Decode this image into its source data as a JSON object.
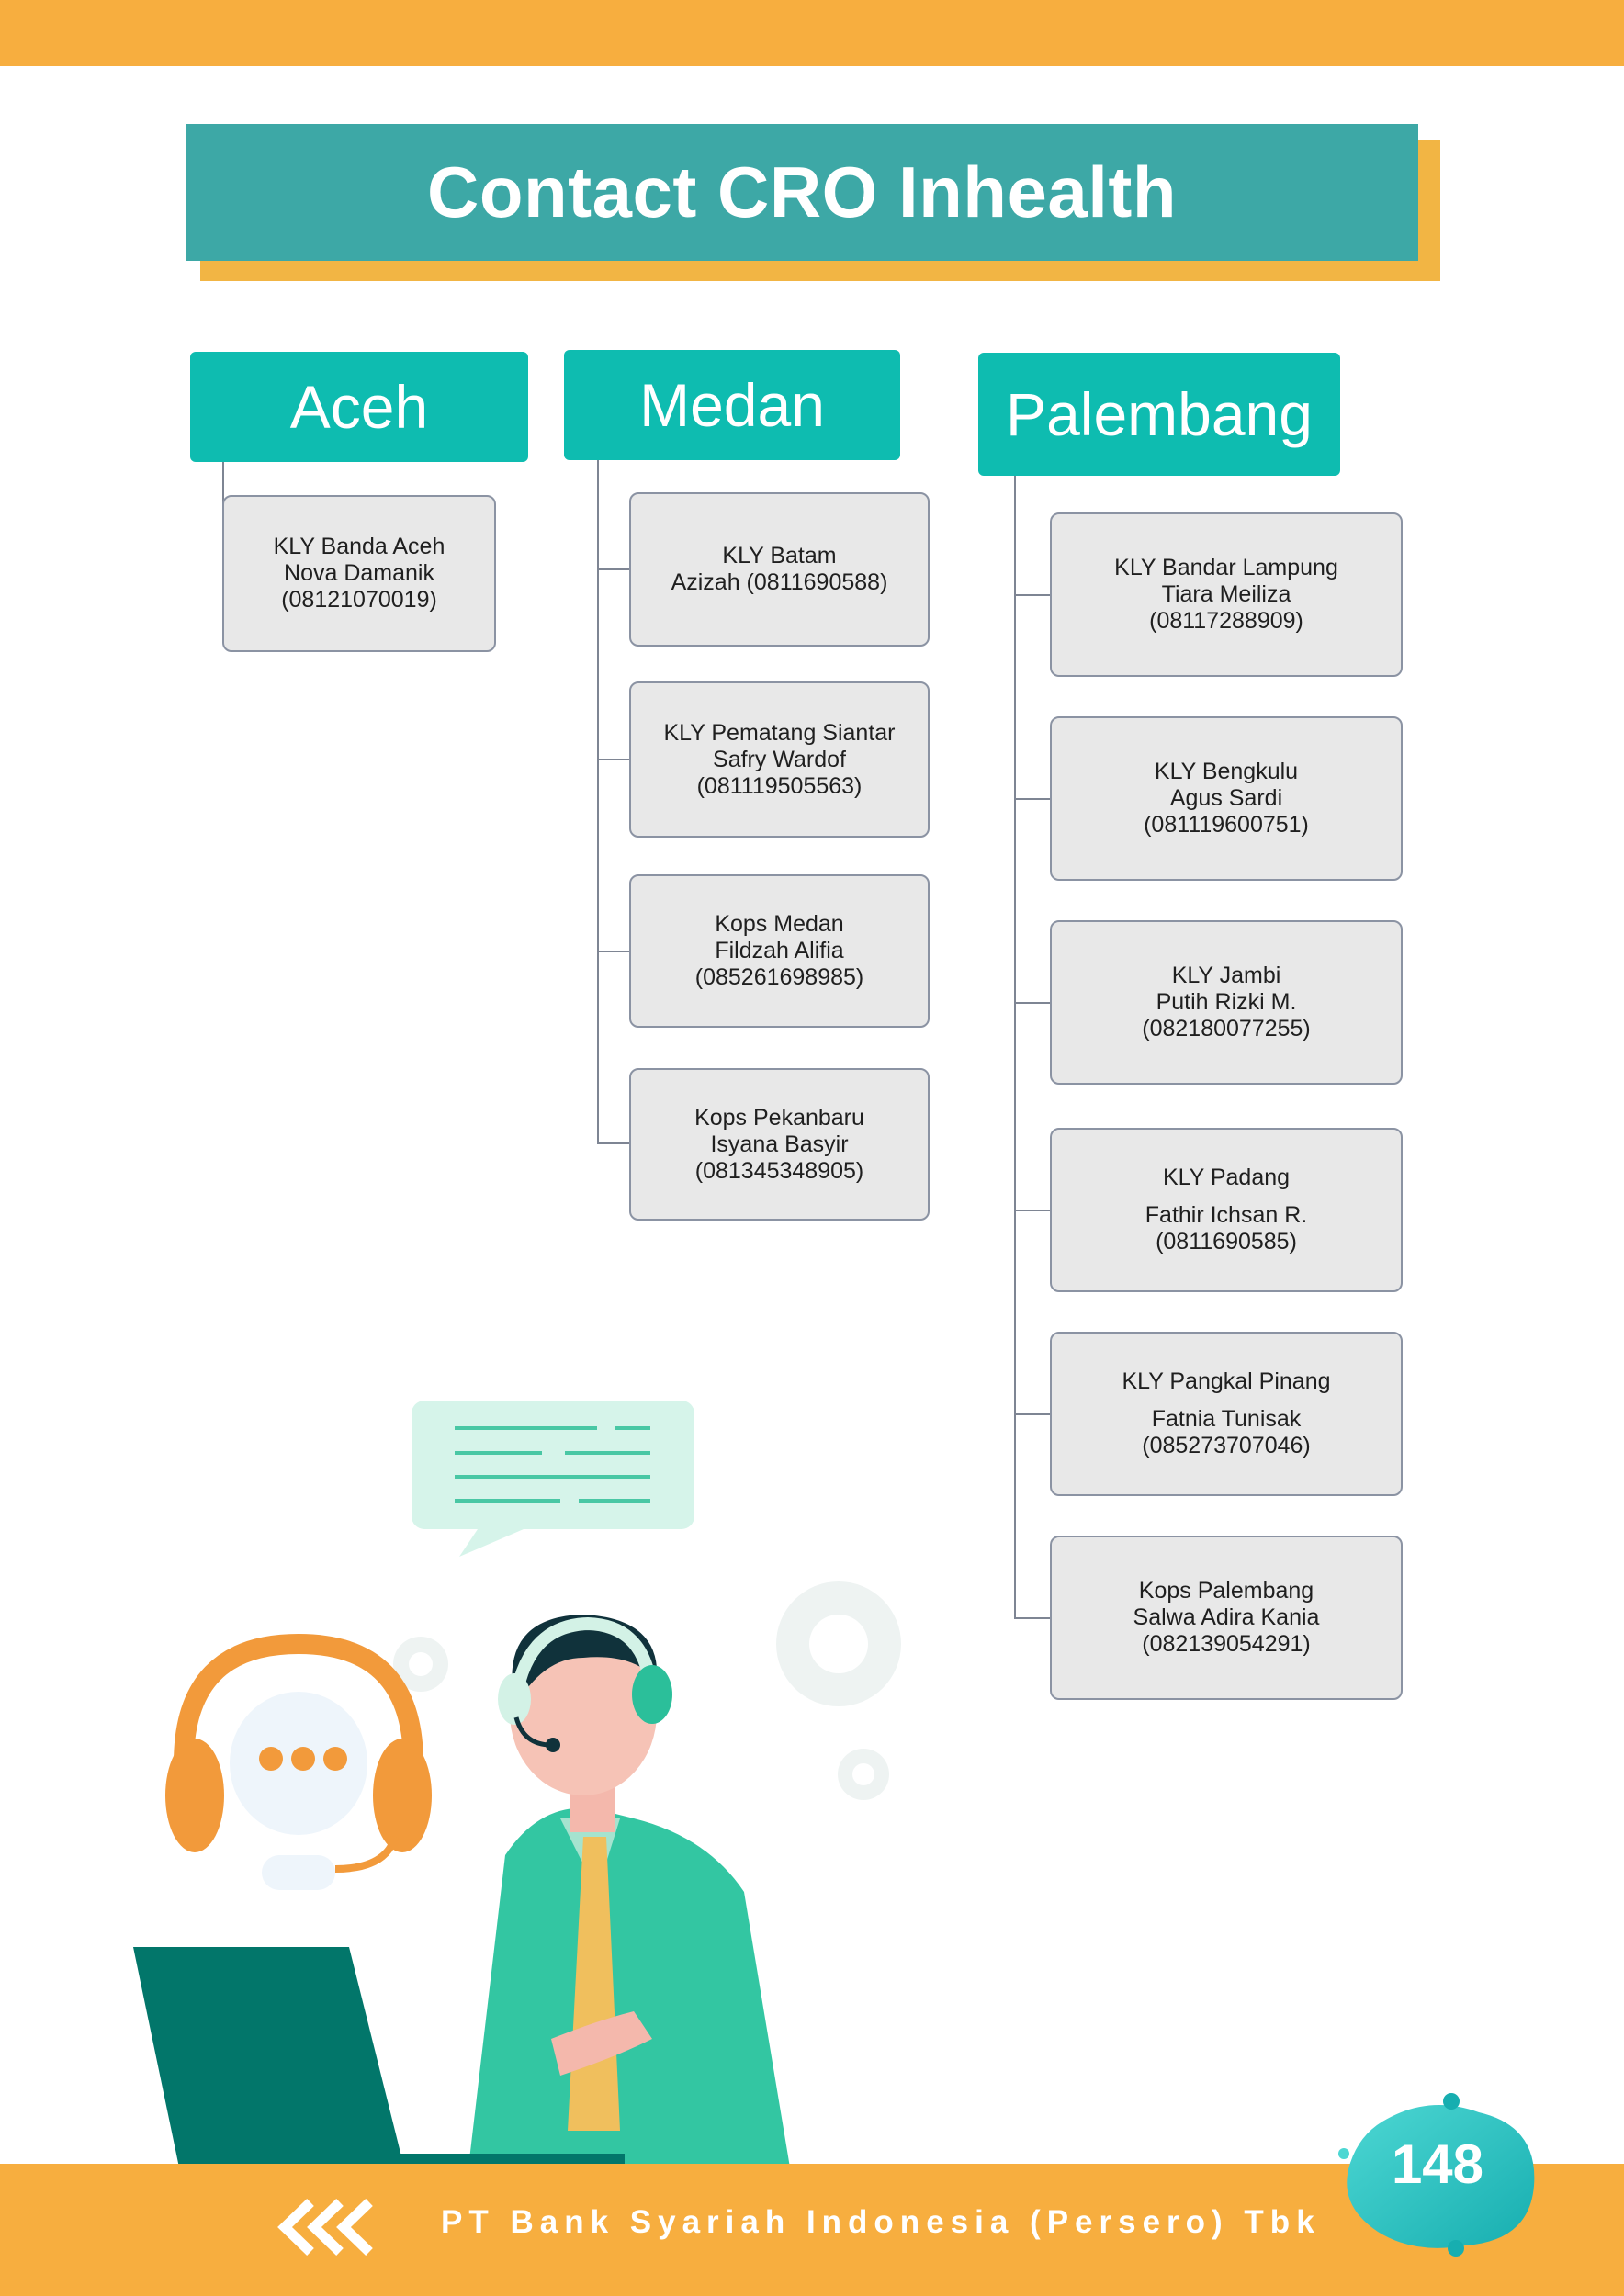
{
  "header": {
    "title": "Contact CRO Inhealth"
  },
  "regions": [
    {
      "name": "Aceh",
      "offices": [
        {
          "office": "KLY Banda Aceh",
          "contact": "Nova Damanik",
          "phone": "(08121070019)"
        }
      ]
    },
    {
      "name": "Medan",
      "offices": [
        {
          "office": "KLY Batam",
          "contact": "Azizah (0811690588)",
          "phone": ""
        },
        {
          "office": "KLY Pematang Siantar",
          "contact": "Safry Wardof",
          "phone": "(081119505563)"
        },
        {
          "office": "Kops Medan",
          "contact": "Fildzah Alifia",
          "phone": "(085261698985)"
        },
        {
          "office": "Kops Pekanbaru",
          "contact": "Isyana Basyir",
          "phone": "(081345348905)"
        }
      ]
    },
    {
      "name": "Palembang",
      "offices": [
        {
          "office": "KLY Bandar Lampung",
          "contact": "Tiara Meiliza",
          "phone": "(08117288909)"
        },
        {
          "office": "KLY Bengkulu",
          "contact": "Agus Sardi",
          "phone": "(081119600751)"
        },
        {
          "office": "KLY Jambi",
          "contact": "Putih Rizki M.",
          "phone": "(082180077255)"
        },
        {
          "office": "KLY Padang",
          "contact": "Fathir Ichsan R.",
          "phone": "(0811690585)"
        },
        {
          "office": "KLY Pangkal Pinang",
          "contact": "Fatnia Tunisak",
          "phone": "(085273707046)"
        },
        {
          "office": "Kops Palembang",
          "contact": "Salwa Adira Kania",
          "phone": "(082139054291)"
        }
      ]
    }
  ],
  "footer": {
    "company": "PT Bank Syariah Indonesia (Persero) Tbk",
    "page_number": "148"
  },
  "colors": {
    "accent_orange": "#f7ae3f",
    "teal_title": "#3da8a6",
    "teal_region": "#0ebcb0"
  },
  "icons": {
    "back": "triple-chevron-left-icon",
    "illustration": "customer-service-agent-illustration"
  }
}
